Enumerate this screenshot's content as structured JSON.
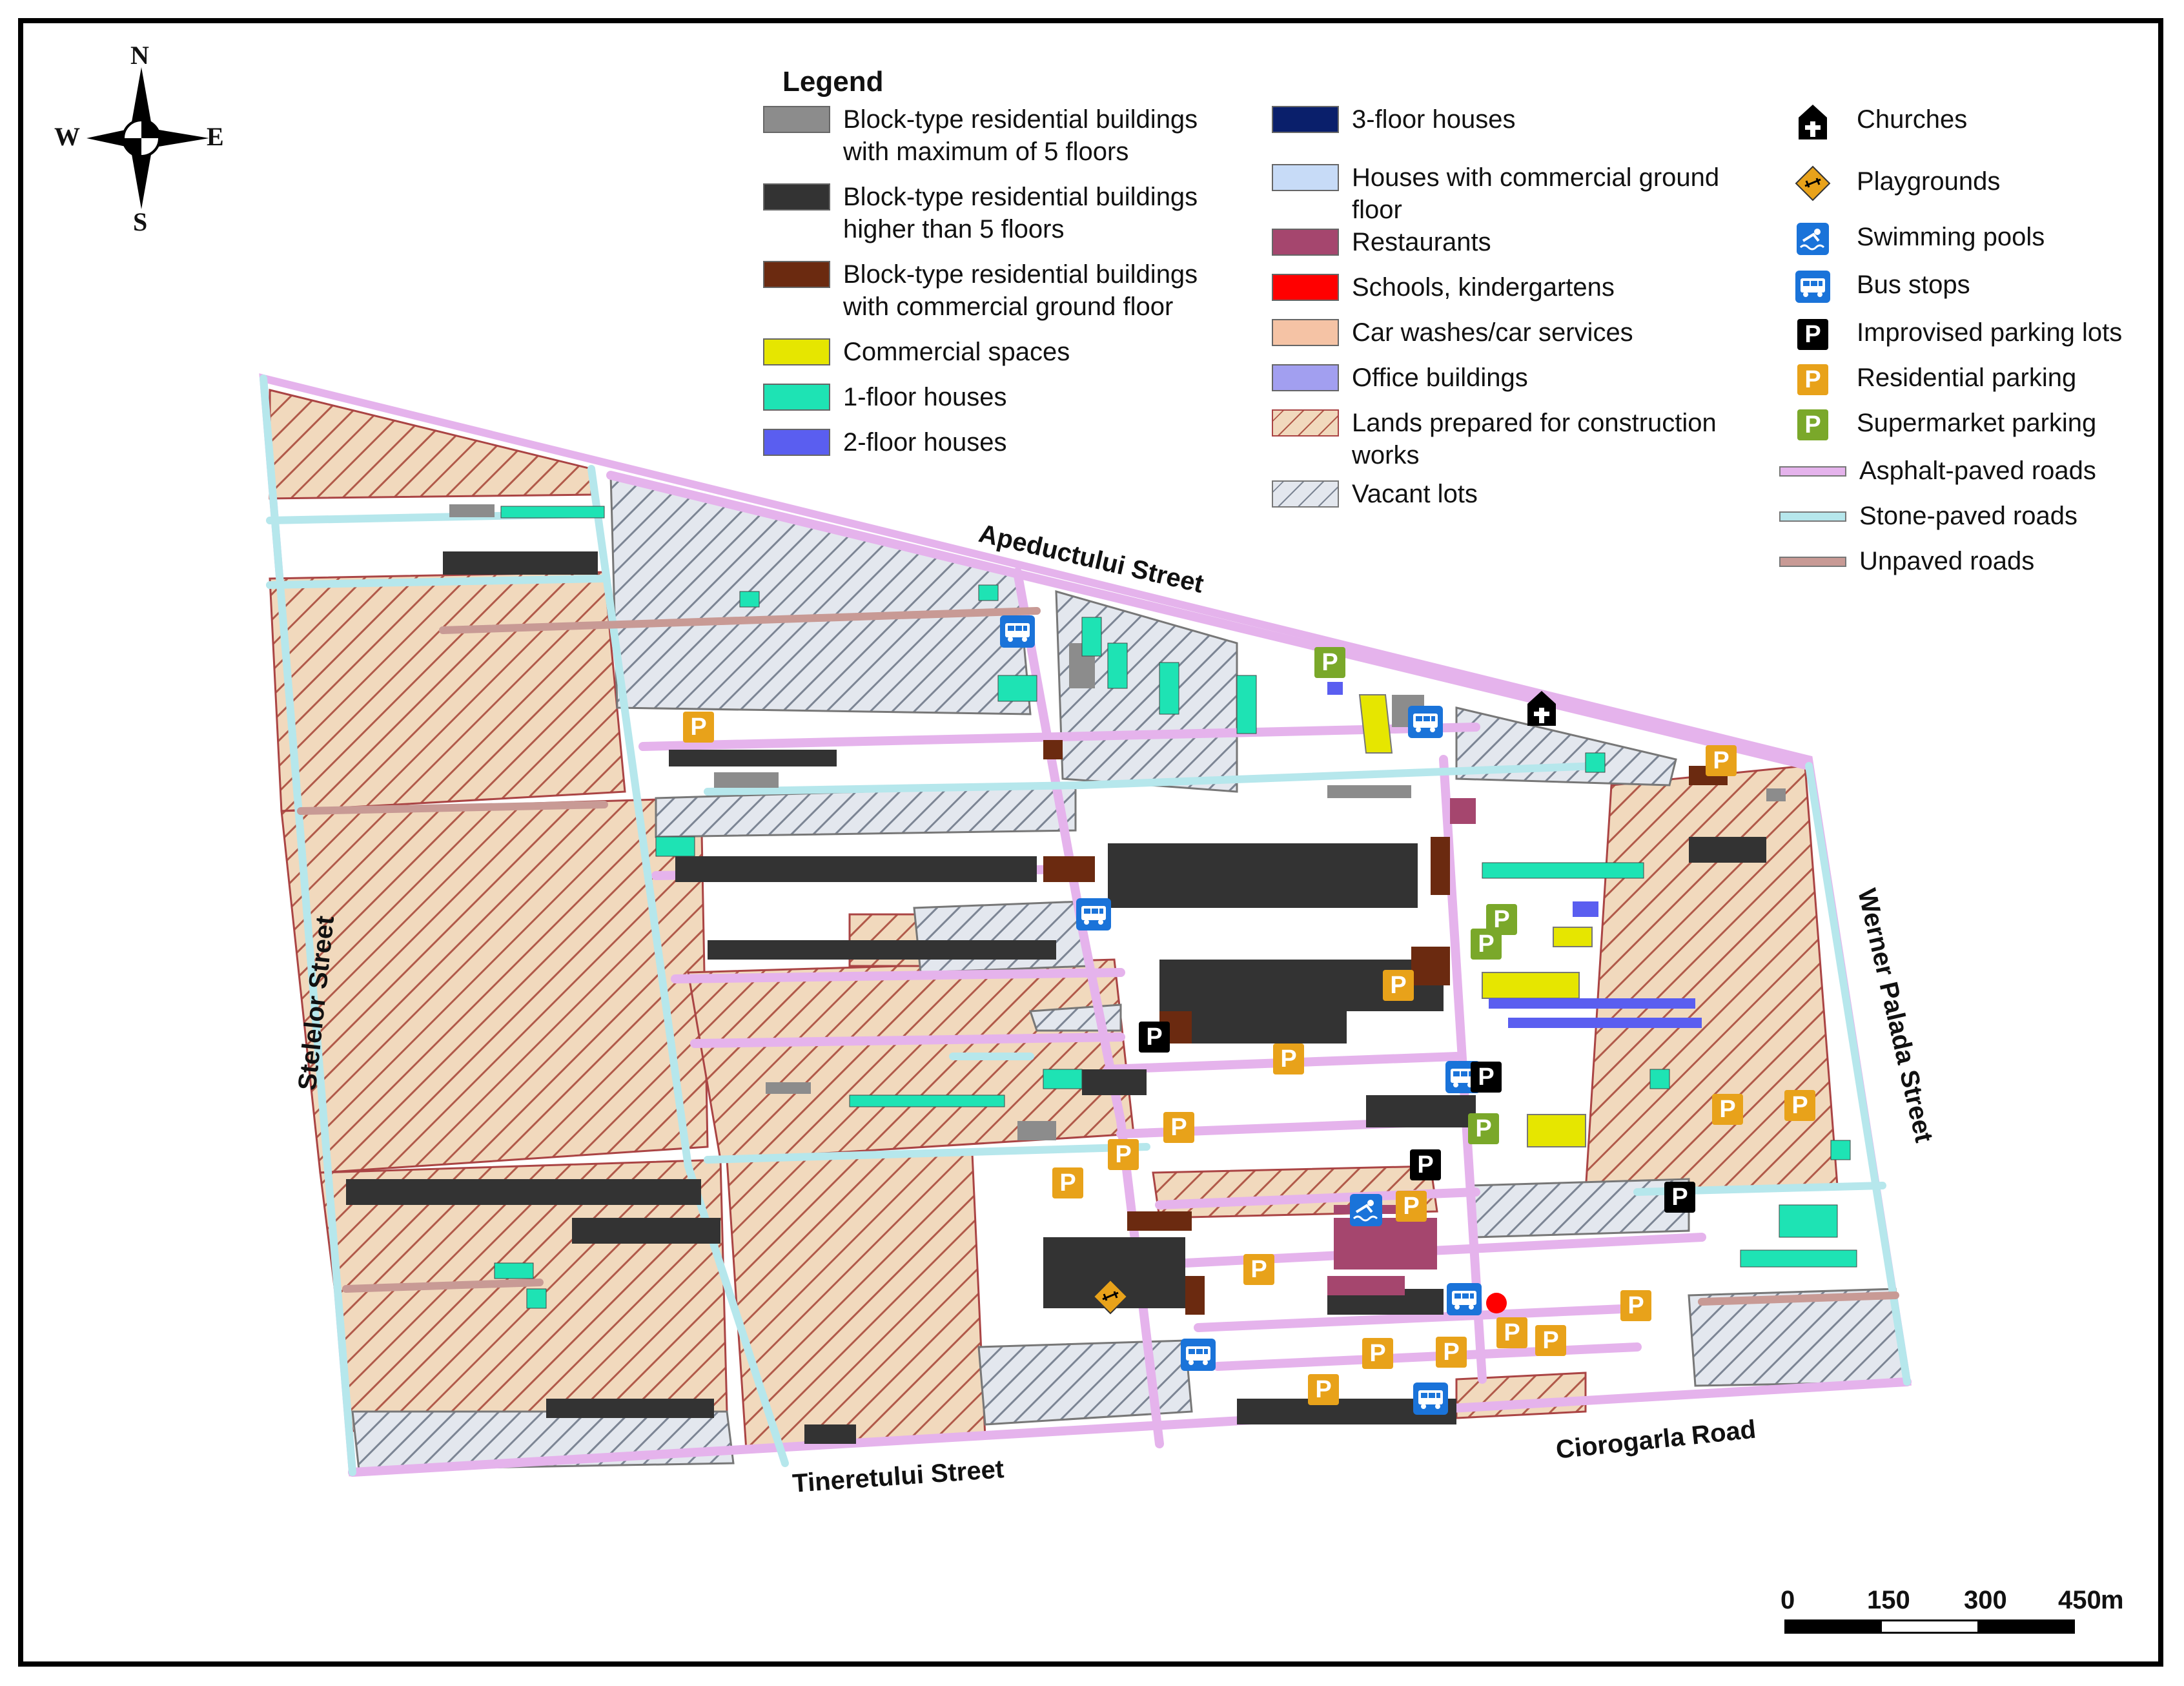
{
  "compass": {
    "n": "N",
    "s": "S",
    "e": "E",
    "w": "W"
  },
  "legend": {
    "title": "Legend",
    "col1": [
      {
        "label_lines": [
          "Block-type residential buildings",
          "with maximum of 5 floors"
        ],
        "color": "#8c8c8c"
      },
      {
        "label_lines": [
          "Block-type residential buildings",
          "higher than 5 floors"
        ],
        "color": "#333333"
      },
      {
        "label_lines": [
          "Block-type residential buildings",
          "with commercial ground floor"
        ],
        "color": "#6b2a10"
      },
      {
        "label_lines": [
          "Commercial spaces"
        ],
        "color": "#e6e600"
      },
      {
        "label_lines": [
          "1-floor houses"
        ],
        "color": "#1ee3b4"
      },
      {
        "label_lines": [
          "2-floor houses"
        ],
        "color": "#5a5ef0"
      }
    ],
    "col2": [
      {
        "label_lines": [
          "3-floor houses"
        ],
        "color": "#0a1f6b"
      },
      {
        "label_lines": [
          "Houses with commercial ground",
          "floor"
        ],
        "color": "#c7dbf7"
      },
      {
        "label_lines": [
          "Restaurants"
        ],
        "color": "#a5466e"
      },
      {
        "label_lines": [
          "Schools, kindergartens"
        ],
        "color": "#ff0000"
      },
      {
        "label_lines": [
          "Car washes/car services"
        ],
        "color": "#f5c3a5"
      },
      {
        "label_lines": [
          "Office buildings"
        ],
        "color": "#a29ff0"
      },
      {
        "label_lines": [
          "Lands prepared for construction",
          "works"
        ],
        "pattern": "lands"
      },
      {
        "label_lines": [
          "Vacant lots"
        ],
        "pattern": "vacant"
      }
    ],
    "col3": [
      {
        "label": "Churches",
        "icon": "church-icon"
      },
      {
        "label": "Playgrounds",
        "icon": "playground-icon"
      },
      {
        "label": "Swimming pools",
        "icon": "swimming-pool-icon"
      },
      {
        "label": "Bus stops",
        "icon": "bus-stop-icon"
      },
      {
        "label": "Improvised parking lots",
        "icon": "parking-icon",
        "color": "#000000"
      },
      {
        "label": "Residential parking",
        "icon": "parking-icon",
        "color": "#e8a21a"
      },
      {
        "label": "Supermarket parking",
        "icon": "parking-icon",
        "color": "#7aa82a"
      },
      {
        "label": "Asphalt-paved roads",
        "color": "#e5b3ec"
      },
      {
        "label": "Stone-paved roads",
        "color": "#b6e7ec"
      },
      {
        "label": "Unpaved roads",
        "color": "#c89a95"
      }
    ],
    "parking_glyph": "P"
  },
  "streets": {
    "apeductului": "Apeductului Street",
    "stelelor": "Stelelor Street",
    "werner": "Werner Palada Street",
    "tineretului": "Tineretului Street",
    "ciorogarla": "Ciorogarla Road"
  },
  "scale_bar": {
    "ticks": [
      "0",
      "150",
      "300",
      "450"
    ],
    "unit": "m"
  },
  "colors": {
    "asphalt": "#e5b3ec",
    "stone": "#b6e7ec",
    "unpaved": "#c89a95",
    "lands_bg": "#f1d9bd",
    "lands_line": "#b15a4a",
    "vacant_bg": "#e3e7ee",
    "vacant_line": "#7c8594",
    "block_low": "#8c8c8c",
    "block_high": "#333333",
    "block_comm": "#6b2a10",
    "commercial": "#e6e600",
    "house1": "#1ee3b4",
    "house2": "#5a5ef0",
    "restaurant": "#a5466e",
    "school": "#ff0000",
    "bus": "#1a73d9",
    "park_imp": "#000000",
    "park_res": "#e8a21a",
    "park_sup": "#7aa82a",
    "playground": "#e8a21a"
  }
}
